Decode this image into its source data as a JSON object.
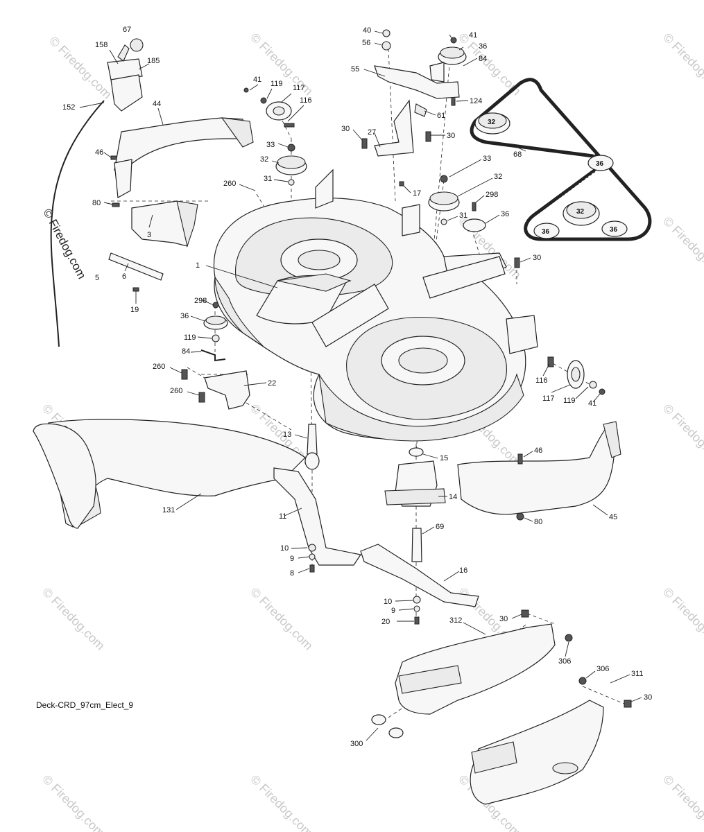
{
  "caption": "Deck-CRD_97cm_Elect_9",
  "copyright": "© Firedog.com",
  "watermark": "© Firedog.com",
  "belt_pulley_labels": [
    "32",
    "36",
    "32",
    "36",
    "36"
  ],
  "labels": [
    "67",
    "158",
    "185",
    "152",
    "44",
    "46",
    "80",
    "3",
    "6",
    "5",
    "19",
    "41",
    "119",
    "117",
    "116",
    "33",
    "32",
    "31",
    "260",
    "1",
    "298",
    "36",
    "119",
    "84",
    "260",
    "22",
    "260",
    "40",
    "56",
    "41",
    "36",
    "84",
    "55",
    "124",
    "61",
    "30",
    "27",
    "30",
    "17",
    "68",
    "33",
    "32",
    "298",
    "31",
    "36",
    "30",
    "116",
    "117",
    "119",
    "41",
    "13",
    "131",
    "11",
    "10",
    "9",
    "8",
    "15",
    "14",
    "69",
    "16",
    "10",
    "9",
    "20",
    "46",
    "80",
    "45",
    "30",
    "312",
    "306",
    "306",
    "311",
    "30",
    "300"
  ]
}
